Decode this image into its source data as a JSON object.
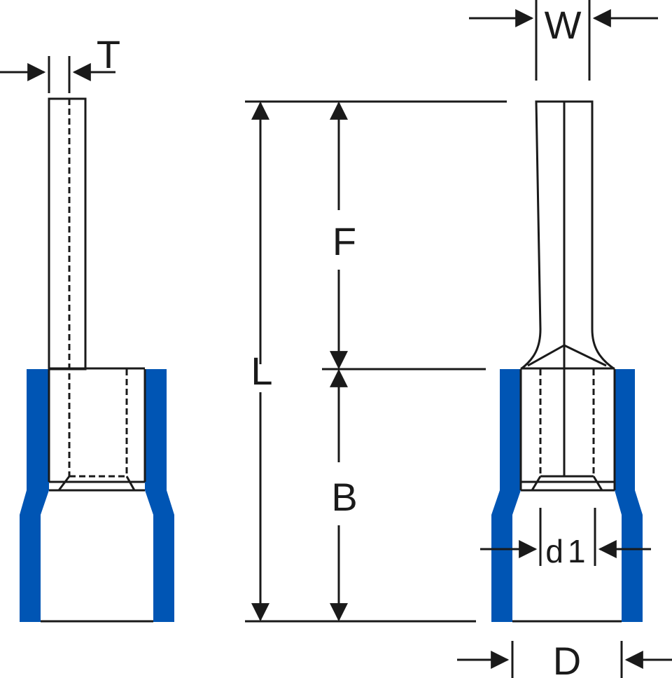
{
  "diagram": {
    "labels": {
      "T": "T",
      "W": "W",
      "F": "F",
      "L": "L",
      "B": "B",
      "d1": "d1",
      "D": "D"
    },
    "colors": {
      "insulation": "#0055b4",
      "outline": "#1a1a1a",
      "background": "#ffffff"
    }
  }
}
